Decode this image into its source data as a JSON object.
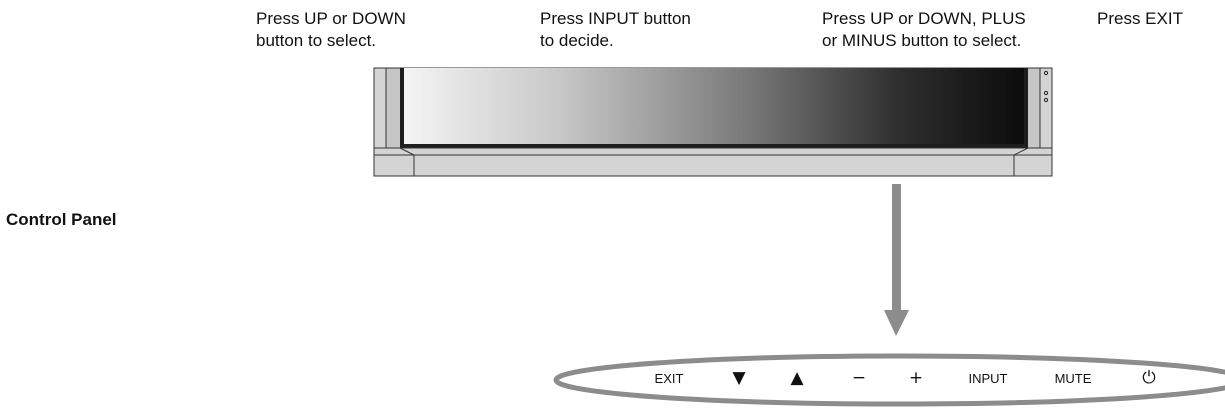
{
  "instructions": [
    "Press UP or DOWN\nbutton to select.",
    "Press INPUT button\nto decide.",
    "Press UP or DOWN, PLUS\nor MINUS button to select.",
    "Press EXIT"
  ],
  "section_label": "Control Panel",
  "control_panel": {
    "buttons": [
      {
        "label": "EXIT"
      },
      {
        "label": "▼",
        "icon": "down-triangle-icon"
      },
      {
        "label": "▲",
        "icon": "up-triangle-icon"
      },
      {
        "label": "−",
        "icon": "minus-icon"
      },
      {
        "label": "+",
        "icon": "plus-icon"
      },
      {
        "label": "INPUT"
      },
      {
        "label": "MUTE"
      },
      {
        "label": "⏻",
        "icon": "power-icon"
      }
    ]
  },
  "colors": {
    "frame_gray": "#d0d0d0",
    "outline_dark": "#333333",
    "arrow_gray": "#8c8c8c",
    "ellipse_gray": "#8c8c8c",
    "gradient_light": "#f2f2f2",
    "gradient_dark": "#101010"
  }
}
